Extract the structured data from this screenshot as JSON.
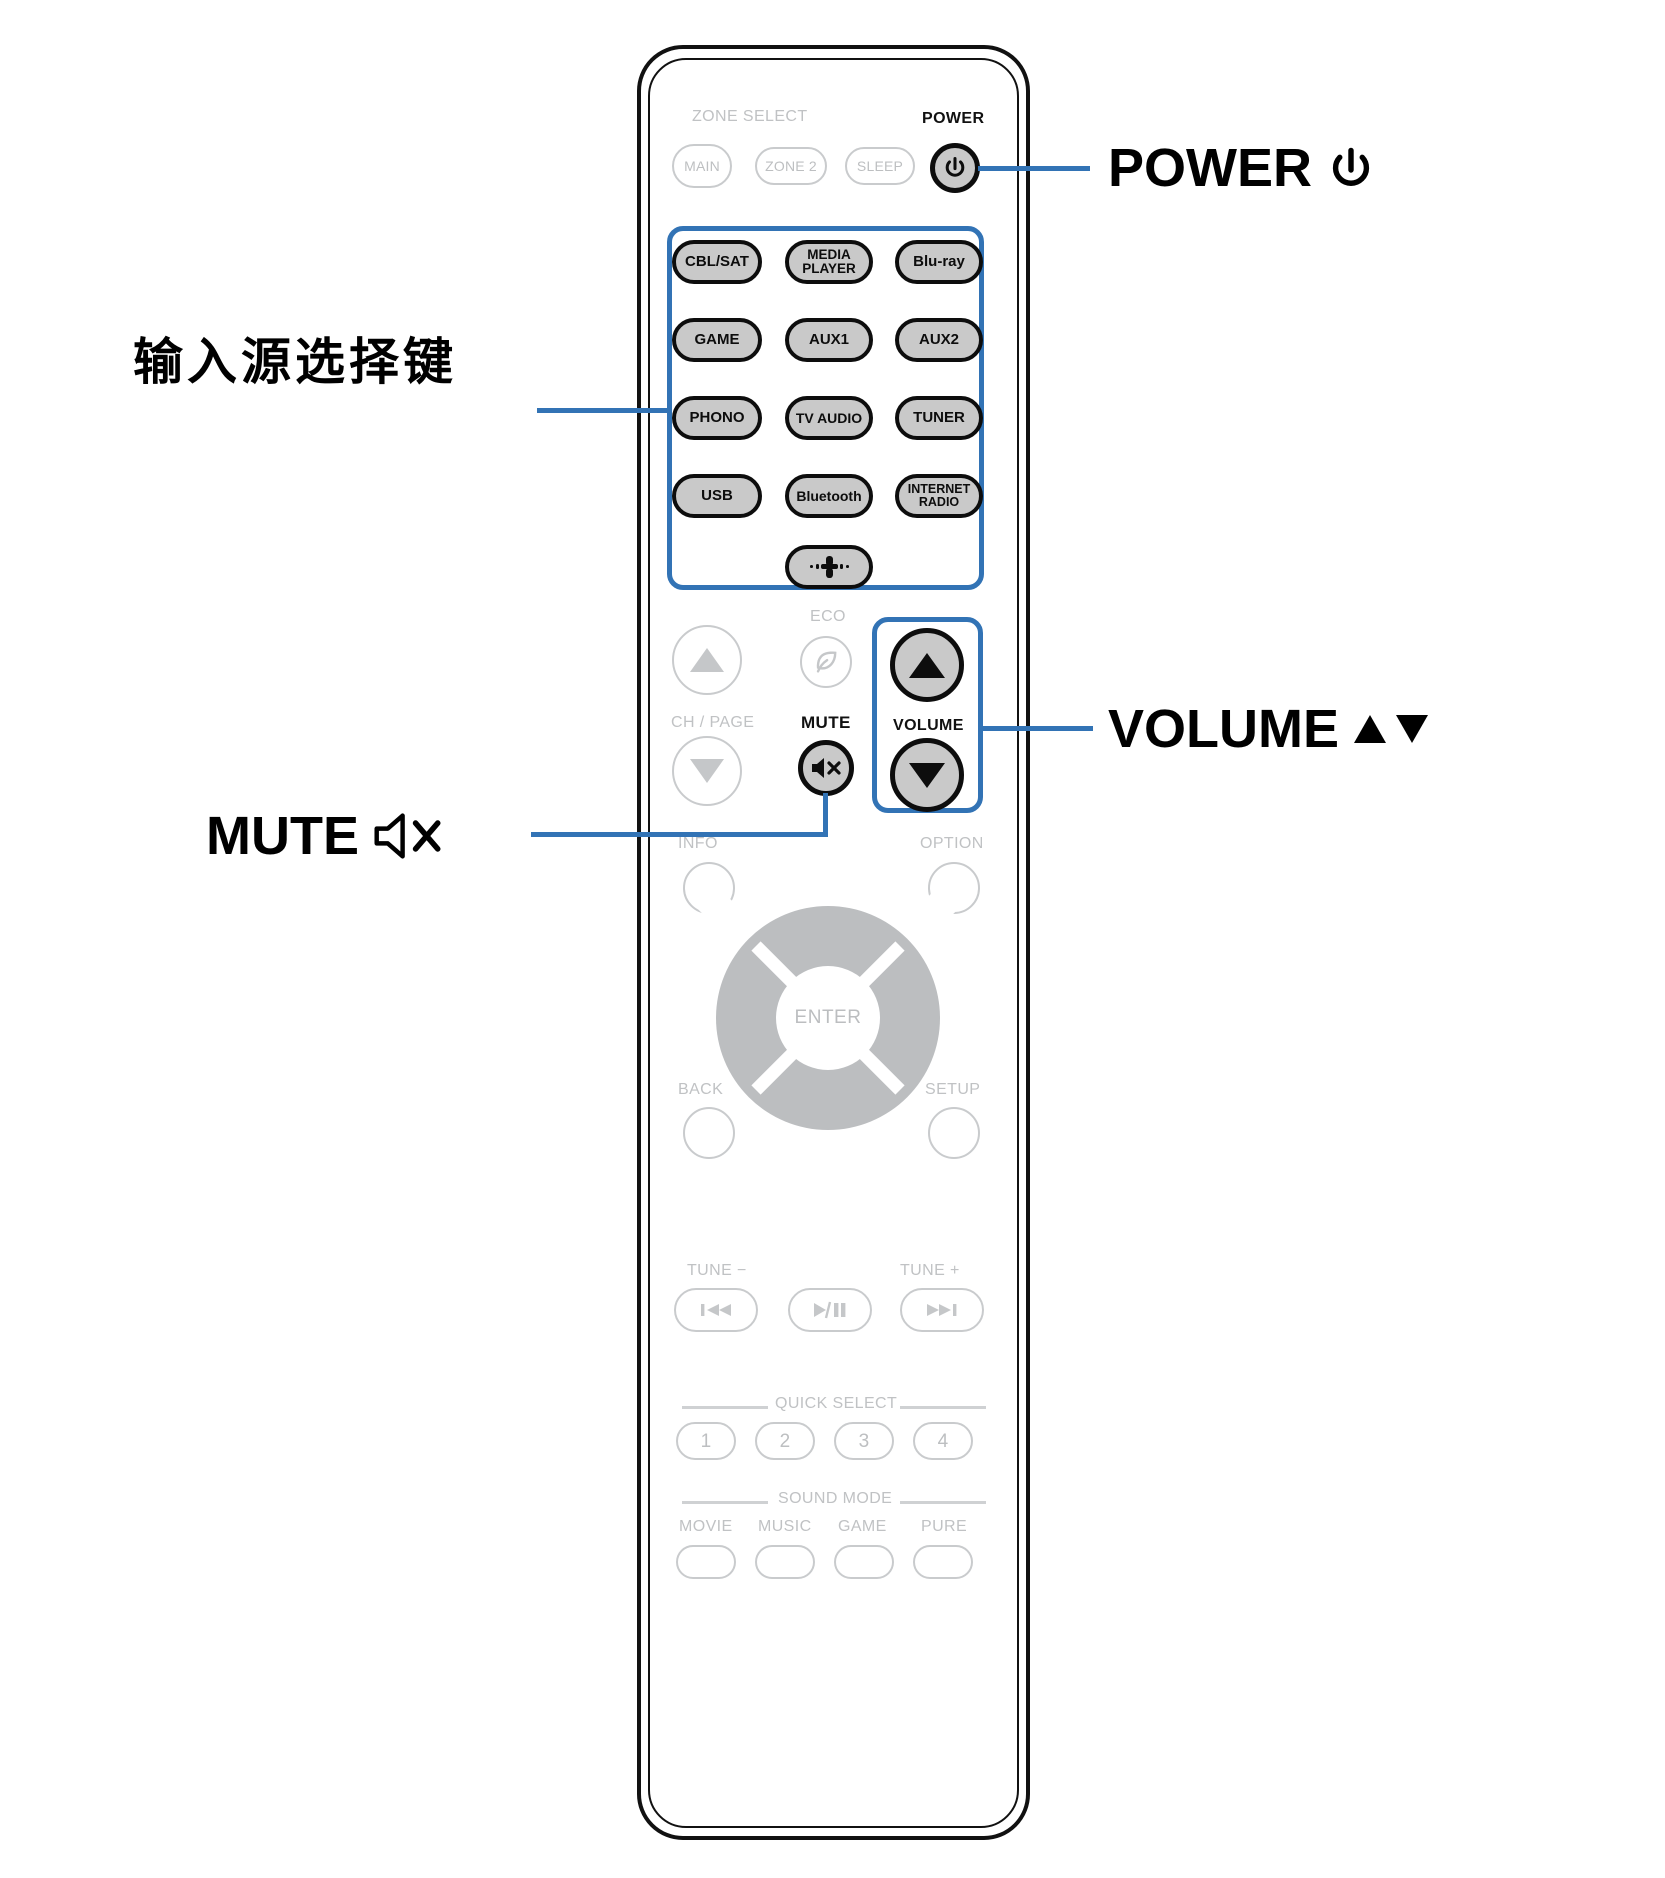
{
  "page": {
    "title": "Denon AVR remote control diagram",
    "accent_color": "#3273b5",
    "button_fill": "#c9c9c9",
    "faint_color": "#c0c2c4"
  },
  "remote": {
    "zone_select": {
      "label": "ZONE SELECT",
      "buttons": [
        {
          "label": "MAIN"
        },
        {
          "label": "ZONE 2"
        },
        {
          "label": "SLEEP"
        }
      ]
    },
    "power": {
      "label": "POWER",
      "icon": "power-icon"
    },
    "input_source": {
      "buttons": [
        {
          "label": "CBL/SAT"
        },
        {
          "label": "MEDIA PLAYER",
          "line1": "MEDIA",
          "line2": "PLAYER"
        },
        {
          "label": "Blu-ray"
        },
        {
          "label": "GAME"
        },
        {
          "label": "AUX1"
        },
        {
          "label": "AUX2"
        },
        {
          "label": "PHONO"
        },
        {
          "label": "TV AUDIO"
        },
        {
          "label": "TUNER"
        },
        {
          "label": "USB"
        },
        {
          "label": "Bluetooth"
        },
        {
          "label": "INTERNET RADIO",
          "line1": "INTERNET",
          "line2": "RADIO"
        }
      ],
      "heos": {
        "label": "",
        "icon": "heos-sound-icon"
      }
    },
    "ch_page": {
      "label": "CH / PAGE",
      "up": "ch-page-up-icon",
      "down": "ch-page-down-icon"
    },
    "eco": {
      "label": "ECO",
      "icon": "leaf-icon"
    },
    "mute": {
      "label": "MUTE",
      "icon": "mute-speaker-icon"
    },
    "volume": {
      "label": "VOLUME",
      "up": "volume-up-icon",
      "down": "volume-down-icon"
    },
    "nav": {
      "info": "INFO",
      "option": "OPTION",
      "back": "BACK",
      "setup": "SETUP",
      "enter": "ENTER"
    },
    "transport": {
      "tune_minus": "TUNE −",
      "tune_plus": "TUNE +",
      "prev_icon": "skip-previous-icon",
      "play_pause_icon": "play-pause-icon",
      "next_icon": "skip-next-icon"
    },
    "quick_select": {
      "label": "QUICK SELECT",
      "buttons": [
        "1",
        "2",
        "3",
        "4"
      ]
    },
    "sound_mode": {
      "label": "SOUND MODE",
      "buttons": [
        "MOVIE",
        "MUSIC",
        "GAME",
        "PURE"
      ]
    }
  },
  "callouts": {
    "power": {
      "text": "POWER",
      "glyph": "⏻"
    },
    "input_source": {
      "text": "输入源选择键"
    },
    "volume": {
      "text": "VOLUME",
      "glyph": "▲▼"
    },
    "mute": {
      "text": "MUTE",
      "glyph": "mute-speaker-glyph"
    }
  }
}
